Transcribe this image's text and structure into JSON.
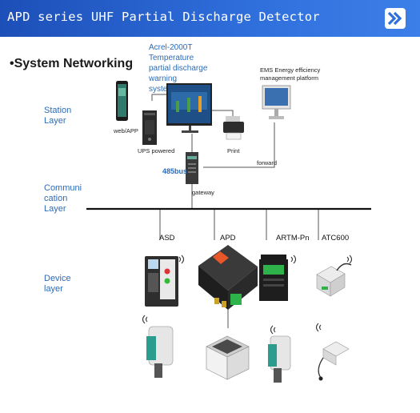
{
  "header": {
    "title": "APD series UHF Partial Discharge Detector",
    "next_icon": "double-chevron-right-icon"
  },
  "section_heading": "•System Networking",
  "layers": {
    "station": "Station\nLayer",
    "communication": "Communi\ncation\nLayer",
    "device": "Device\nlayer"
  },
  "station": {
    "acrel_title": "Acrel-2000T Temperature\npartial discharge warning\nsystem",
    "ems_title": "EMS Energy efficiency\nmanagement platform",
    "web_app": "web/APP",
    "ups": "UPS powered",
    "print": "Print",
    "forward": "forward",
    "bus": "485bus",
    "gateway": "gateway"
  },
  "devices": [
    "ASD",
    "APD",
    "ARTM-Pn",
    "ATC600"
  ],
  "colors": {
    "header": "#2f6fdc",
    "layer_text": "#2c6bb7",
    "device_green": "#2db34a",
    "device_orange": "#e8572a"
  }
}
